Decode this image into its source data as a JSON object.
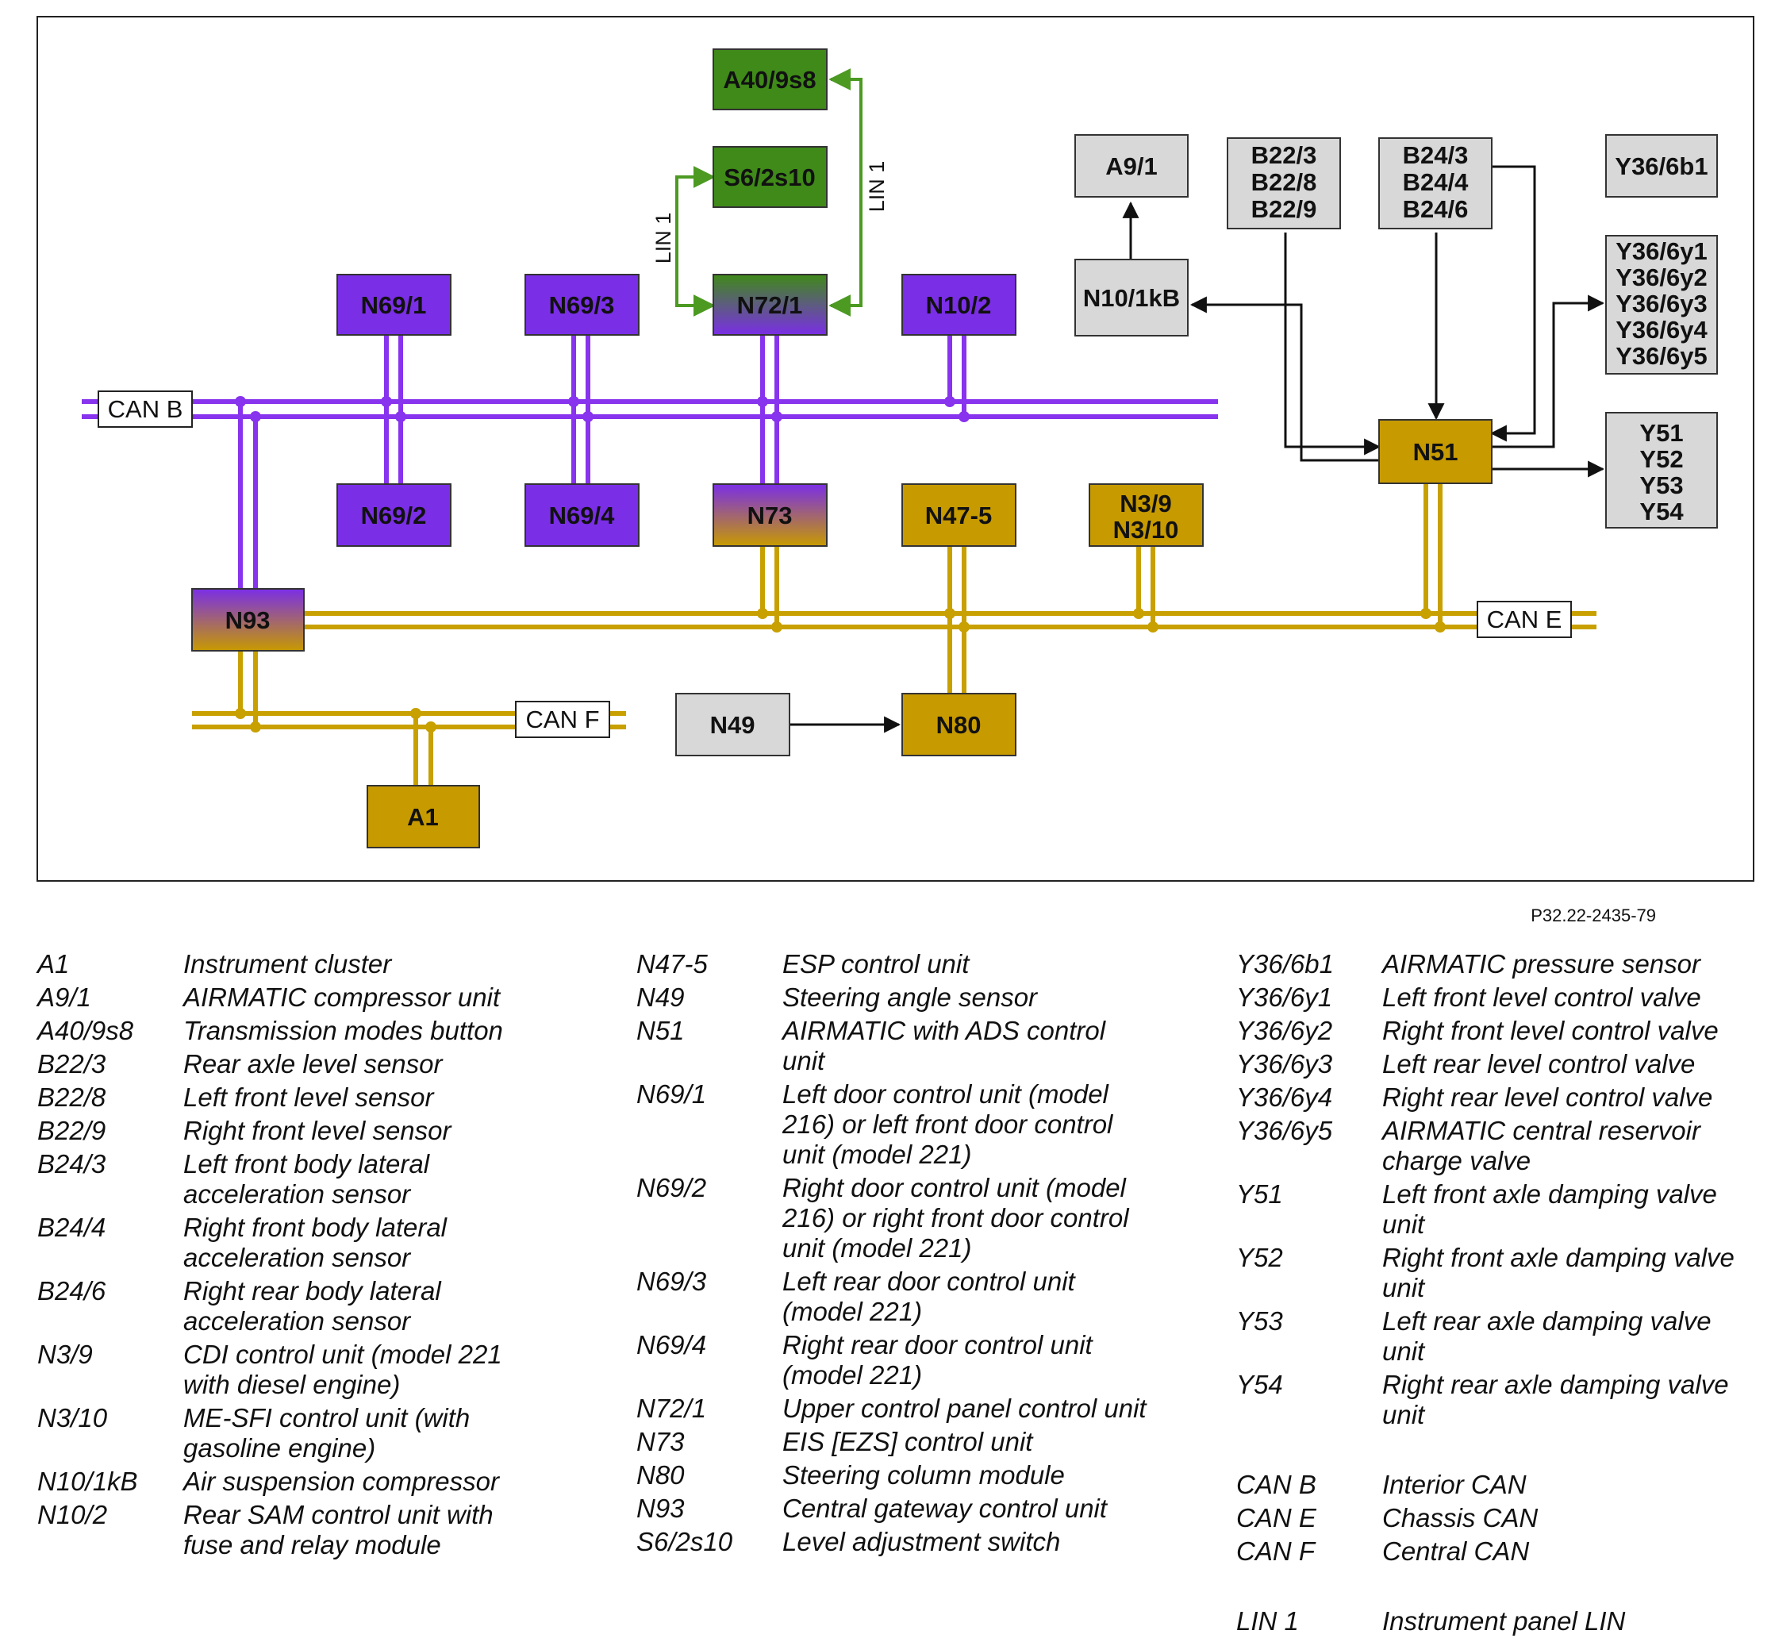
{
  "figure_code": "P32.22-2435-79",
  "nodes": {
    "A40_9s8": "A40/9s8",
    "S6_2s10": "S6/2s10",
    "N72_1": "N72/1",
    "N69_1": "N69/1",
    "N69_3": "N69/3",
    "N10_2": "N10/2",
    "N69_2": "N69/2",
    "N69_4": "N69/4",
    "N73": "N73",
    "N47_5": "N47-5",
    "N3_9": "N3/9",
    "N3_10": "N3/10",
    "N93": "N93",
    "A1": "A1",
    "N49": "N49",
    "N80": "N80",
    "A9_1": "A9/1",
    "N10_1kB": "N10/1kB",
    "B22": [
      "B22/3",
      "B22/8",
      "B22/9"
    ],
    "B24": [
      "B24/3",
      "B24/4",
      "B24/6"
    ],
    "Y36_6b1": "Y36/6b1",
    "Y36_6y": [
      "Y36/6y1",
      "Y36/6y2",
      "Y36/6y3",
      "Y36/6y4",
      "Y36/6y5"
    ],
    "N51": "N51",
    "Y5x": [
      "Y51",
      "Y52",
      "Y53",
      "Y54"
    ]
  },
  "bus_tags": {
    "can_b": "CAN B",
    "can_e": "CAN E",
    "can_f": "CAN F",
    "lin_1": "LIN 1"
  },
  "colors": {
    "can_b": "#8833ee",
    "can_e_f": "#c8a000",
    "lin": "#4c9a22",
    "purple_box": "#7a2ee6",
    "green_box": "#3f8a18",
    "gold_box": "#c79a00",
    "gray_box": "#d8d8d8"
  },
  "legend": {
    "col1": [
      {
        "code": "A1",
        "desc": [
          "Instrument cluster"
        ]
      },
      {
        "code": "A9/1",
        "desc": [
          "AIRMATIC compressor unit"
        ]
      },
      {
        "code": "A40/9s8",
        "desc": [
          "Transmission modes button"
        ]
      },
      {
        "code": "B22/3",
        "desc": [
          "Rear axle level sensor"
        ]
      },
      {
        "code": "B22/8",
        "desc": [
          "Left front level sensor"
        ]
      },
      {
        "code": "B22/9",
        "desc": [
          "Right front level sensor"
        ]
      },
      {
        "code": "B24/3",
        "desc": [
          "Left front body lateral",
          "acceleration sensor"
        ]
      },
      {
        "code": "B24/4",
        "desc": [
          "Right front body lateral",
          "acceleration sensor"
        ]
      },
      {
        "code": "B24/6",
        "desc": [
          "Right rear body lateral",
          "acceleration sensor"
        ]
      },
      {
        "code": "N3/9",
        "desc": [
          "CDI control unit (model 221",
          "with diesel engine)"
        ]
      },
      {
        "code": "N3/10",
        "desc": [
          "ME-SFI control unit (with",
          "gasoline engine)"
        ]
      },
      {
        "code": "N10/1kB",
        "desc": [
          "Air suspension compressor"
        ]
      },
      {
        "code": "N10/2",
        "desc": [
          "Rear SAM control unit with",
          "fuse and relay module"
        ]
      }
    ],
    "col2": [
      {
        "code": "N47-5",
        "desc": [
          "ESP control unit"
        ]
      },
      {
        "code": "N49",
        "desc": [
          "Steering angle sensor"
        ]
      },
      {
        "code": "N51",
        "desc": [
          "AIRMATIC with ADS control",
          "unit"
        ]
      },
      {
        "code": "N69/1",
        "desc": [
          "Left door control unit (model",
          "216) or left front door control",
          "unit (model 221)"
        ]
      },
      {
        "code": "N69/2",
        "desc": [
          "Right door control unit (model",
          "216) or right front door control",
          "unit (model 221)"
        ]
      },
      {
        "code": "N69/3",
        "desc": [
          "Left rear door control unit",
          "(model 221)"
        ]
      },
      {
        "code": "N69/4",
        "desc": [
          "Right rear door control unit",
          "(model 221)"
        ]
      },
      {
        "code": "N72/1",
        "desc": [
          "Upper control panel control unit"
        ]
      },
      {
        "code": "N73",
        "desc": [
          "EIS [EZS] control unit"
        ]
      },
      {
        "code": "N80",
        "desc": [
          "Steering column module"
        ]
      },
      {
        "code": "N93",
        "desc": [
          "Central gateway control unit"
        ]
      },
      {
        "code": "S6/2s10",
        "desc": [
          "Level adjustment switch"
        ]
      }
    ],
    "col3": [
      {
        "code": "Y36/6b1",
        "desc": [
          "AIRMATIC pressure sensor"
        ]
      },
      {
        "code": "Y36/6y1",
        "desc": [
          "Left front level control valve"
        ]
      },
      {
        "code": "Y36/6y2",
        "desc": [
          "Right front level control valve"
        ]
      },
      {
        "code": "Y36/6y3",
        "desc": [
          "Left rear level control valve"
        ]
      },
      {
        "code": "Y36/6y4",
        "desc": [
          "Right rear level control valve"
        ]
      },
      {
        "code": "Y36/6y5",
        "desc": [
          "AIRMATIC central reservoir",
          "charge valve"
        ]
      },
      {
        "code": "Y51",
        "desc": [
          "Left front axle damping valve",
          "unit"
        ]
      },
      {
        "code": "Y52",
        "desc": [
          "Right front axle damping valve",
          "unit"
        ]
      },
      {
        "code": "Y53",
        "desc": [
          "Left rear axle damping valve",
          "unit"
        ]
      },
      {
        "code": "Y54",
        "desc": [
          "Right rear axle damping valve",
          "unit"
        ]
      },
      {
        "code": "",
        "desc": [
          ""
        ]
      },
      {
        "code": "CAN B",
        "desc": [
          "Interior CAN"
        ]
      },
      {
        "code": "CAN E",
        "desc": [
          "Chassis CAN"
        ]
      },
      {
        "code": "CAN F",
        "desc": [
          "Central CAN"
        ]
      },
      {
        "code": "",
        "desc": [
          ""
        ]
      },
      {
        "code": "LIN 1",
        "desc": [
          "Instrument panel LIN"
        ]
      }
    ]
  }
}
